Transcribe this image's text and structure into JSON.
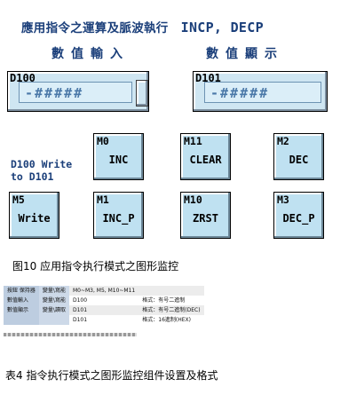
{
  "hmi": {
    "title": "應用指令之運算及脈波執行",
    "title_code": "INCP, DECP",
    "left_heading": "數值輸入",
    "right_heading": "數值顯示",
    "input_display": {
      "device": "D100",
      "value": "-#####"
    },
    "output_display": {
      "device": "D101",
      "value": "-#####"
    },
    "side_note": "D100 Write\nto D101",
    "buttons": [
      {
        "device": "M0",
        "function": "INC"
      },
      {
        "device": "M11",
        "function": "CLEAR"
      },
      {
        "device": "M2",
        "function": "DEC"
      },
      {
        "device": "M5",
        "function": "Write"
      },
      {
        "device": "M1",
        "function": "INC_P"
      },
      {
        "device": "M10",
        "function": "ZRST"
      },
      {
        "device": "M3",
        "function": "DEC_P"
      }
    ]
  },
  "figure_caption": "图10 应用指令执行模式之图形监控",
  "table": {
    "rows": [
      [
        "按鈕 保持器",
        "變量\\寫能",
        "M0~M3, M5, M10~M11",
        ""
      ],
      [
        "數值輸入",
        "變量\\寫能",
        "D100",
        "格式：有号二進制"
      ],
      [
        "數值顯示",
        "變量\\讀取",
        "D101",
        "格式：有号二進制(DEC)"
      ],
      [
        "",
        "",
        "D101",
        "格式：16進制(HEX)"
      ]
    ]
  },
  "table_caption": "表4 指令执行模式之图形监控组件设置及格式"
}
